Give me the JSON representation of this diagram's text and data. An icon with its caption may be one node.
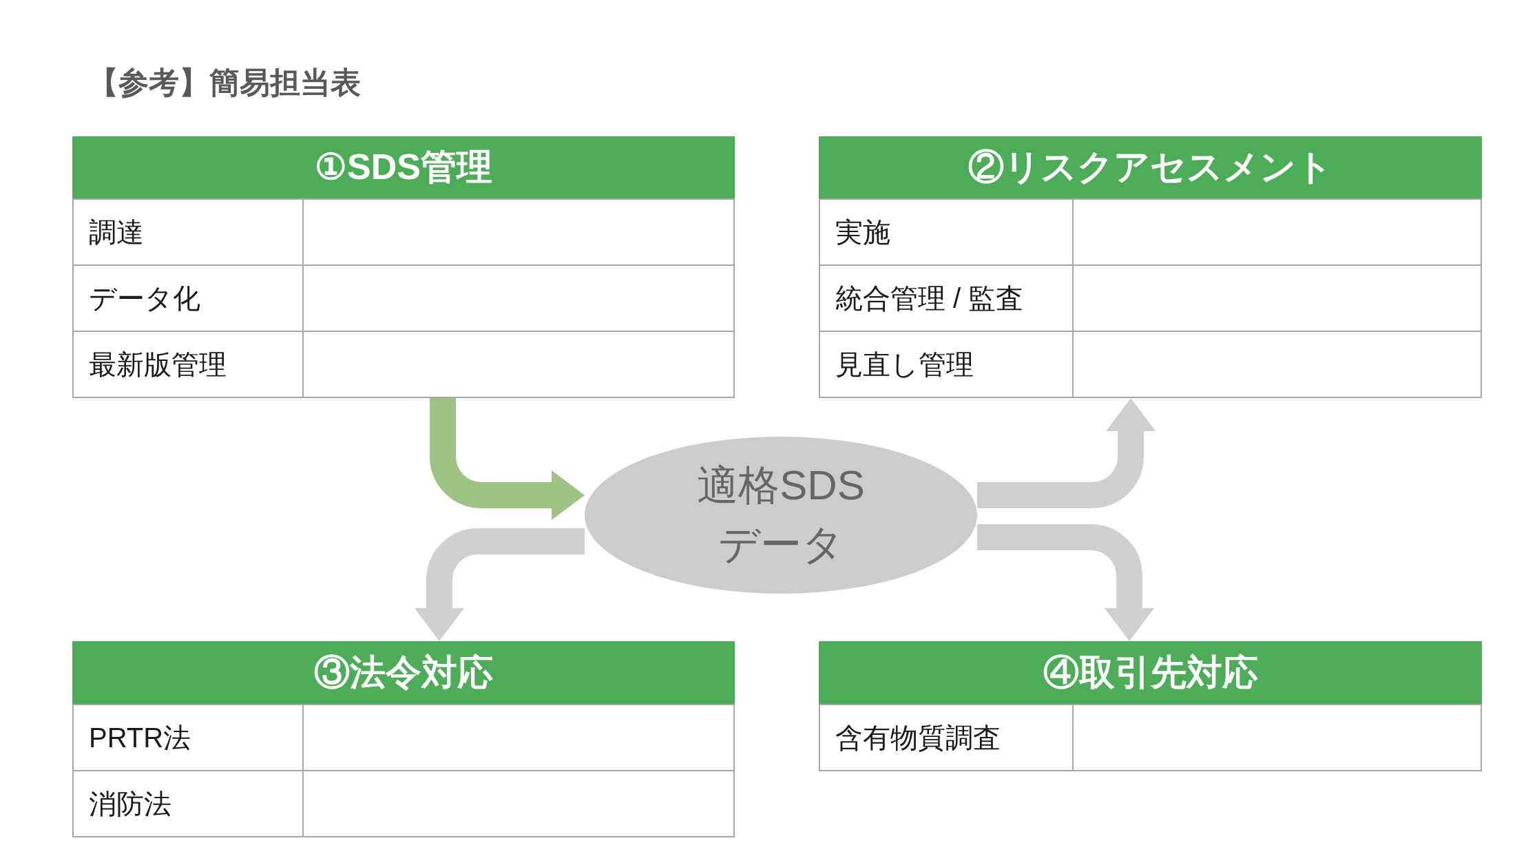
{
  "diagram": {
    "title": "【参考】簡易担当表",
    "nodes": [
      {
        "text": [
          "①SDS管理"
        ]
      },
      {
        "text": [
          "調達"
        ],
        "in": 0
      },
      {
        "text": [
          "データ化"
        ],
        "in": 0
      },
      {
        "text": [
          "最新版管理"
        ],
        "in": 0
      },
      {
        "text": [
          "②リスクアセスメント"
        ]
      },
      {
        "text": [
          "実施"
        ],
        "in": 4
      },
      {
        "text": [
          "統合管理 / 監査"
        ],
        "in": 4
      },
      {
        "text": [
          "見直し管理"
        ],
        "in": 4
      },
      {
        "text": [
          "適格SDSデータ"
        ]
      },
      {
        "text": [
          "③法令対応"
        ]
      },
      {
        "text": [
          "PRTR法"
        ],
        "in": 9
      },
      {
        "text": [
          "消防法"
        ],
        "in": 9
      },
      {
        "text": [
          "④取引先対応"
        ]
      },
      {
        "text": [
          "含有物質調査"
        ],
        "in": 12
      }
    ],
    "edges": [
      {
        "from": 0,
        "to": 8,
        "arrow": "to",
        "color": "#9dc384"
      },
      {
        "from": 8,
        "to": 4,
        "arrow": "to"
      },
      {
        "from": 8,
        "to": 9,
        "arrow": "to"
      },
      {
        "from": 8,
        "to": 12,
        "arrow": "to"
      }
    ]
  }
}
